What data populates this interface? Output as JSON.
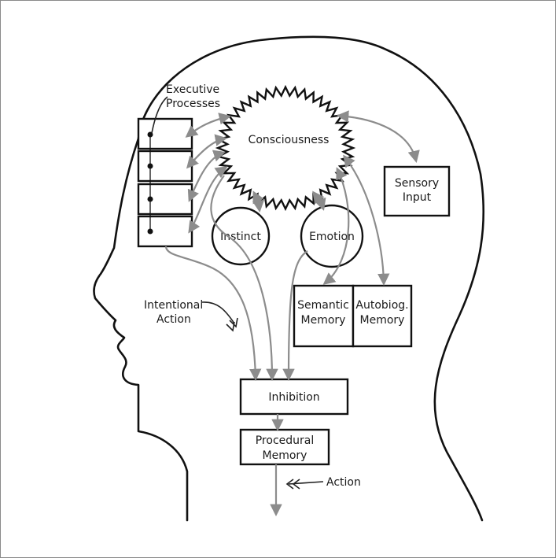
{
  "labels": {
    "executive_line1": "Executive",
    "executive_line2": "Processes",
    "consciousness": "Consciousness",
    "sensory_line1": "Sensory",
    "sensory_line2": "Input",
    "instinct": "Instinct",
    "emotion": "Emotion",
    "semantic_line1": "Semantic",
    "semantic_line2": "Memory",
    "autobiog_line1": "Autobiog.",
    "autobiog_line2": "Memory",
    "intentional_line1": "Intentional",
    "intentional_line2": "Action",
    "inhibition": "Inhibition",
    "procedural_line1": "Procedural",
    "procedural_line2": "Memory",
    "action": "Action"
  },
  "colors": {
    "outline": "#111111",
    "arrows": "#8c8c8c",
    "background": "#ffffff"
  }
}
